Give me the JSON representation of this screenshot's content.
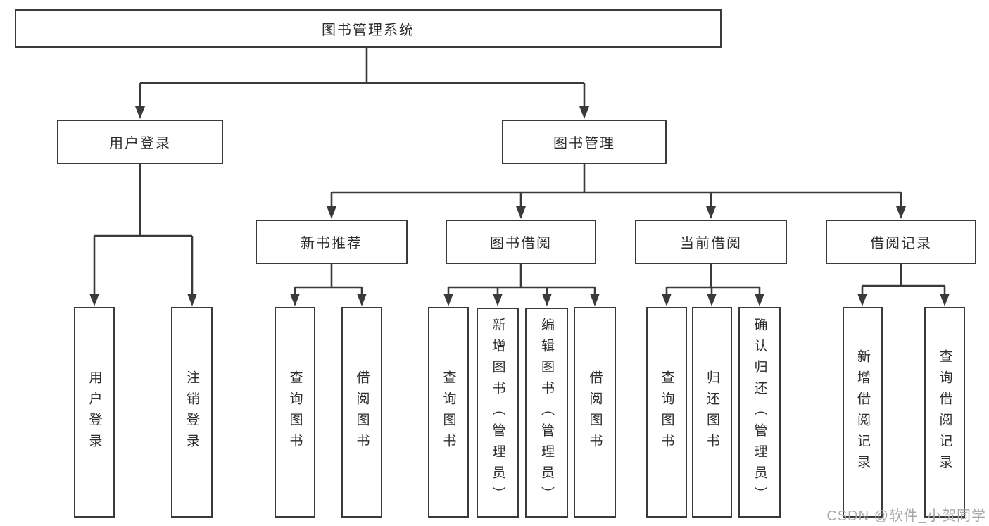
{
  "tree": {
    "root": {
      "label": "图书管理系统"
    },
    "branches": [
      {
        "label": "用户登录",
        "children": [
          {
            "label": "用户登录"
          },
          {
            "label": "注销登录"
          }
        ]
      },
      {
        "label": "图书管理",
        "children": [
          {
            "label": "新书推荐",
            "children": [
              {
                "label": "查询图书"
              },
              {
                "label": "借阅图书"
              }
            ]
          },
          {
            "label": "图书借阅",
            "children": [
              {
                "label": "查询图书"
              },
              {
                "label": "新增图书（管理员）"
              },
              {
                "label": "编辑图书（管理员）"
              },
              {
                "label": "借阅图书"
              }
            ]
          },
          {
            "label": "当前借阅",
            "children": [
              {
                "label": "查询图书"
              },
              {
                "label": "归还图书"
              },
              {
                "label": "确认归还（管理员）"
              }
            ]
          },
          {
            "label": "借阅记录",
            "children": [
              {
                "label": "新增借阅记录"
              },
              {
                "label": "查询借阅记录"
              }
            ]
          }
        ]
      }
    ]
  },
  "watermark": {
    "text": "CSDN @软件_小贺同学"
  },
  "colors": {
    "line": "#3a3a3a",
    "box_border": "#3a3a3a",
    "text": "#2d2d2d",
    "background": "#ffffff",
    "watermark": "#a8a8a8"
  }
}
